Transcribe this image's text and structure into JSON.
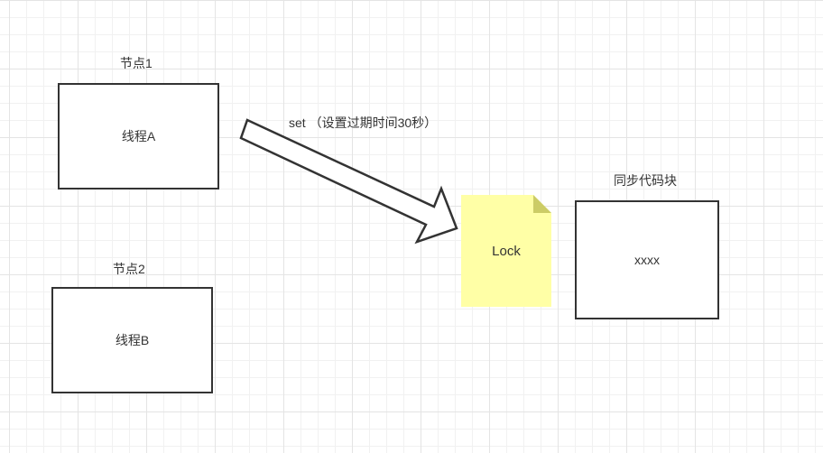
{
  "nodes": {
    "node1": {
      "caption": "节点1",
      "label": "线程A"
    },
    "node2": {
      "caption": "节点2",
      "label": "线程B"
    },
    "sync": {
      "caption": "同步代码块",
      "label": "xxxx"
    }
  },
  "arrow": {
    "label": "set （设置过期时间30秒）"
  },
  "lock_note": {
    "label": "Lock",
    "fill": "#ffffa6",
    "fold": "#cccc66"
  }
}
